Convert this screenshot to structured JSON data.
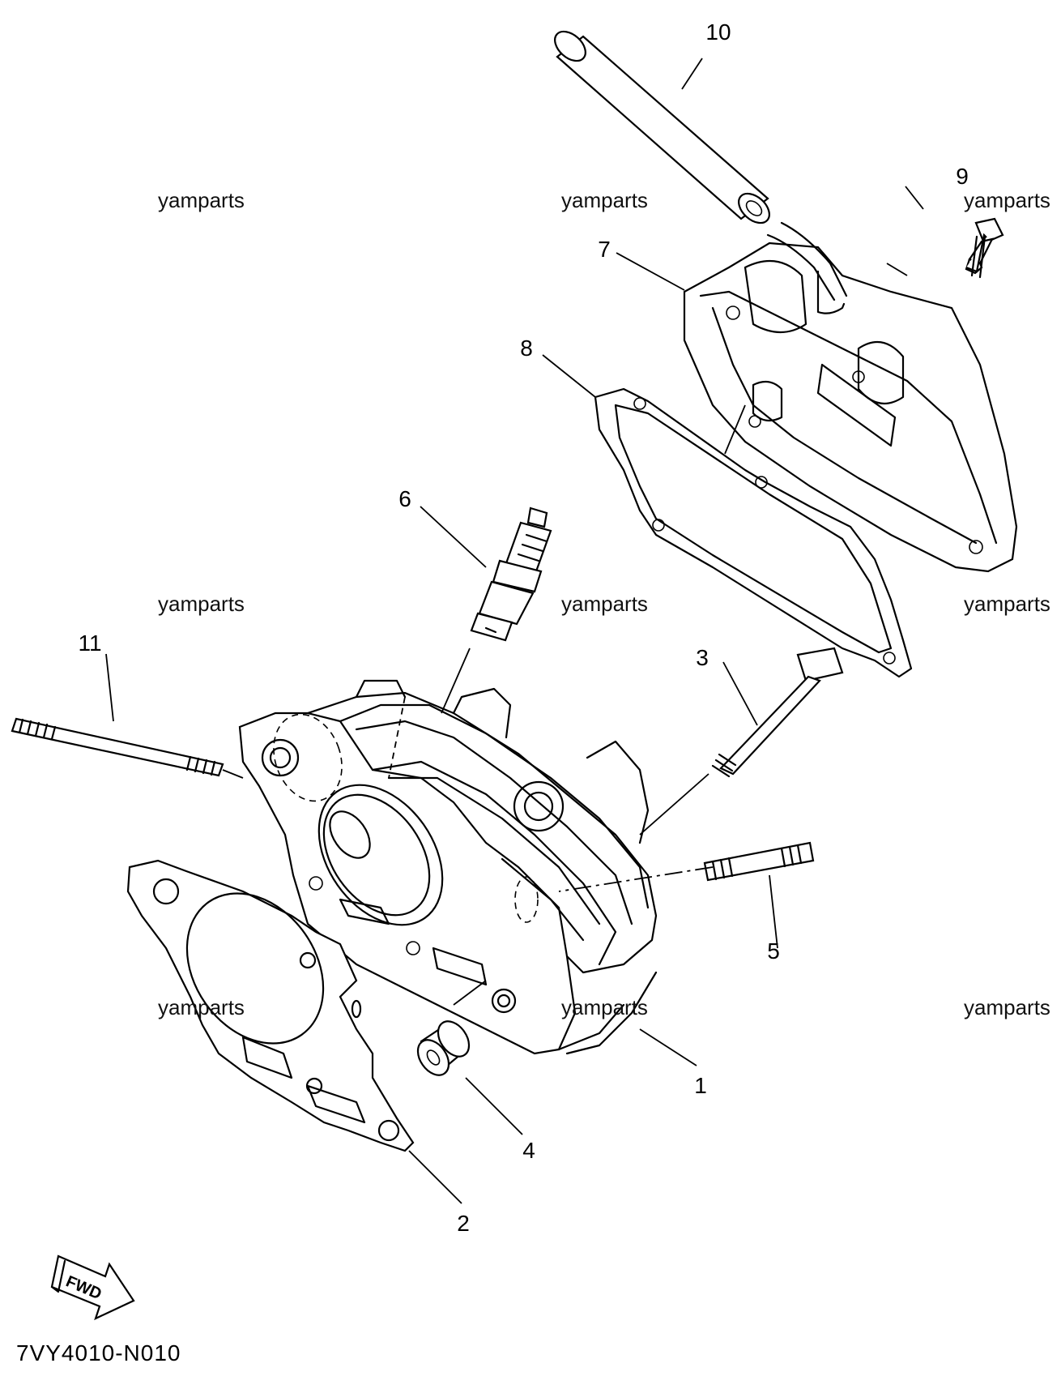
{
  "watermark": "yamparts",
  "watermarks": [
    "yamparts",
    "yamparts",
    "yamparts",
    "yamparts",
    "yamparts",
    "yamparts",
    "yamparts",
    "yamparts",
    "yamparts"
  ],
  "callouts": {
    "c1": "1",
    "c2": "2",
    "c3": "3",
    "c4": "4",
    "c5": "5",
    "c6": "6",
    "c7": "7",
    "c8": "8",
    "c9": "9",
    "c10": "10",
    "c11": "11"
  },
  "fwd_label": "FWD",
  "diagram_code": "7VY4010-N010"
}
